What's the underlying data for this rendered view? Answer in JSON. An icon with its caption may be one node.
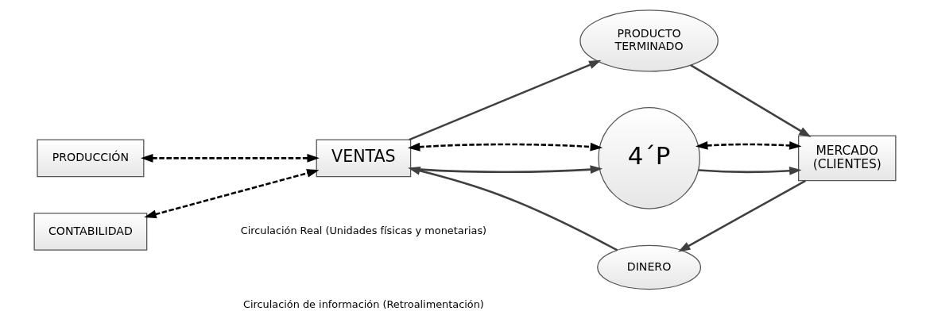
{
  "diagram": {
    "nodes": [
      {
        "text": [
          "PRODUCCIÓN"
        ]
      },
      {
        "text": [
          "PRODUCTO TERMINADO"
        ]
      },
      {
        "text": [
          "VENTAS"
        ]
      },
      {
        "text": [
          "4´P"
        ]
      },
      {
        "text": [
          "MERCADO (CLIENTES)"
        ]
      },
      {
        "text": [
          "CONTABILIDAD"
        ]
      },
      {
        "text": [
          "DINERO"
        ]
      }
    ],
    "edges": [
      {
        "from": 0,
        "to": 2,
        "arrow": "both",
        "style": "dashed"
      },
      {
        "from": 2,
        "to": 1,
        "arrow": "to"
      },
      {
        "from": 1,
        "to": 4,
        "arrow": "to"
      },
      {
        "from": 2,
        "to": 3,
        "arrow": "to"
      },
      {
        "from": 2,
        "to": 3,
        "arrow": "both",
        "style": "dashed"
      },
      {
        "from": 3,
        "to": 4,
        "arrow": "to"
      },
      {
        "from": 3,
        "to": 4,
        "arrow": "both",
        "style": "dashed"
      },
      {
        "from": 5,
        "to": 2,
        "arrow": "both",
        "style": "dashed"
      },
      {
        "from": 4,
        "to": 6,
        "arrow": "to"
      },
      {
        "from": 6,
        "to": 2,
        "arrow": "to"
      }
    ],
    "legend": [
      {
        "text": "Circulación Real (Unidades físicas y monetarias)"
      },
      {
        "text": "Circulación de información (Retroalimentación)"
      }
    ]
  }
}
